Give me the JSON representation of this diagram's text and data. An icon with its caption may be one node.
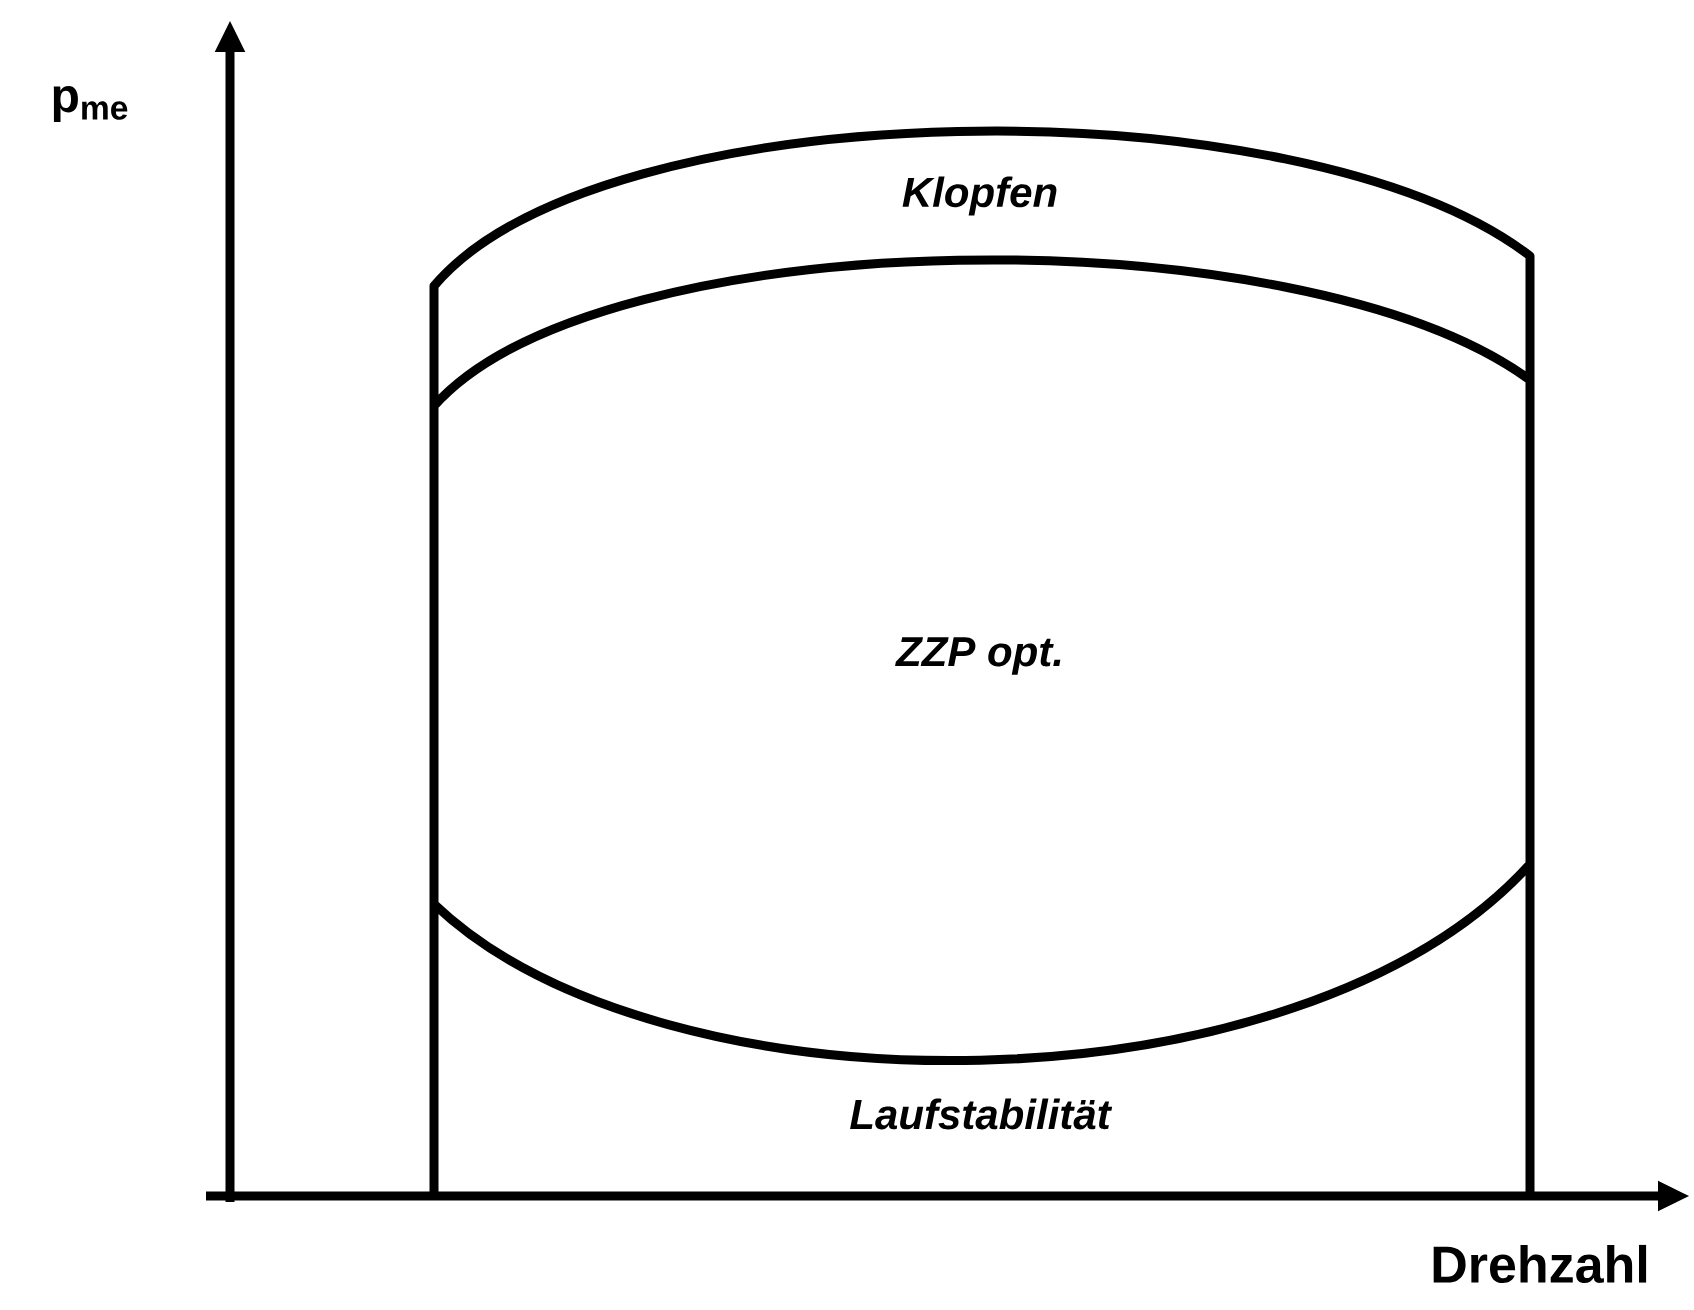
{
  "diagram": {
    "labels": [
      "p$_{me}$",
      "Klopfen",
      "ZZP opt.",
      "Laufstabilität",
      "Drehzahl"
    ]
  }
}
